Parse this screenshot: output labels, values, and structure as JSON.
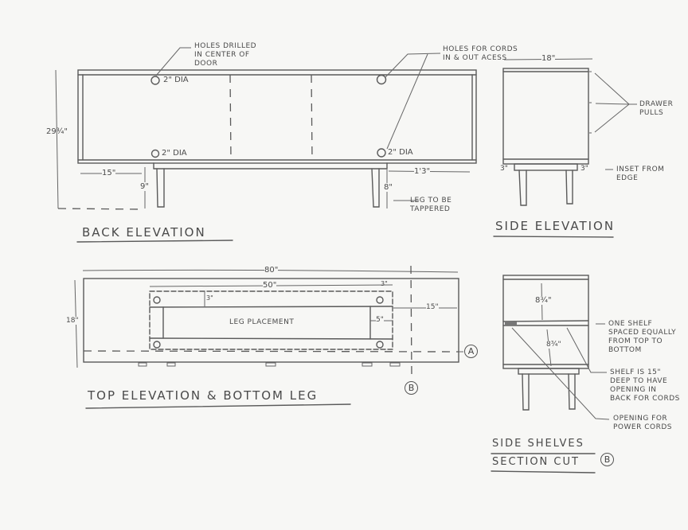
{
  "drawing": {
    "back_elevation": {
      "title": "BACK ELEVATION",
      "height_dim": "29¾\"",
      "leg_offset_left": "15\"",
      "leg_height_left": "9\"",
      "leg_offset_right": "1'3\"",
      "leg_height_right": "8\"",
      "hole_labels": [
        "2\" DIA",
        "2\" DIA",
        "2\" DIA"
      ],
      "note_holes_drilled": [
        "HOLES DRILLED",
        "IN CENTER OF",
        "DOOR"
      ],
      "note_holes_cords": [
        "HOLES FOR CORDS",
        "IN & OUT ACESS"
      ],
      "note_leg": [
        "LEG TO BE",
        "TAPPERED"
      ]
    },
    "side_elevation": {
      "title": "SIDE ELEVATION",
      "width_dim": "18\"",
      "note_drawer_pulls": [
        "DRAWER",
        "PULLS"
      ],
      "inset_left": "3\"",
      "inset_right": "3\"",
      "note_inset": [
        "INSET FROM",
        "EDGE"
      ]
    },
    "top_elevation": {
      "title": "TOP ELEVATION & BOTTOM LEG",
      "overall_length": "80\"",
      "leg_frame_length": "50\"",
      "depth": "18\"",
      "frame_inset_top": "3\"",
      "frame_inset_right": "3\"",
      "leg_width": "5\"",
      "side_offset": "15\"",
      "center_label": "LEG PLACEMENT",
      "section_a": "A",
      "section_b": "B"
    },
    "section_cut": {
      "title_line1": "SIDE SHELVES",
      "title_line2": "SECTION CUT",
      "section_marker": "B",
      "upper_space": "8¾\"",
      "lower_space": "8¾\"",
      "note_shelf": [
        "ONE SHELF",
        "SPACED EQUALLY",
        "FROM TOP TO",
        "BOTTOM"
      ],
      "note_depth": [
        "SHELF IS 15\"",
        "DEEP TO HAVE",
        "OPENING IN",
        "BACK FOR CORDS"
      ],
      "note_opening": [
        "OPENING FOR",
        "POWER CORDS"
      ]
    }
  }
}
